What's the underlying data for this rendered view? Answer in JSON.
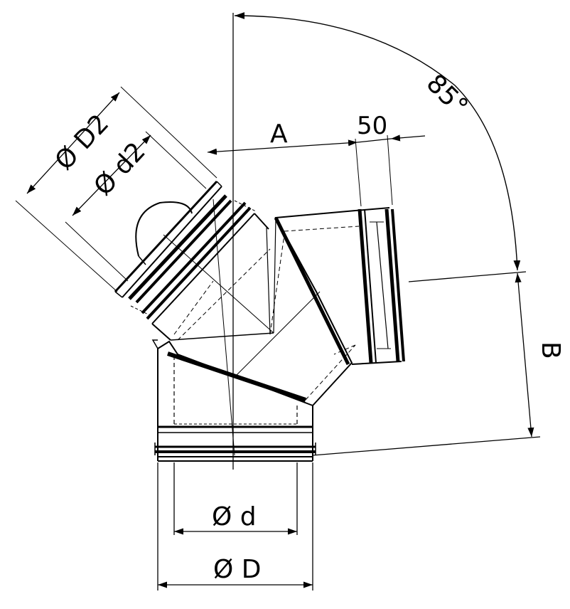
{
  "labels": {
    "phi_D2": "Ø D2",
    "phi_d2": "Ø d2",
    "angle": "85°",
    "A": "A",
    "len_50": "50",
    "B": "B",
    "phi_d": "Ø d",
    "phi_D": "Ø D"
  },
  "colors": {
    "stroke": "#000000",
    "background": "#ffffff"
  }
}
